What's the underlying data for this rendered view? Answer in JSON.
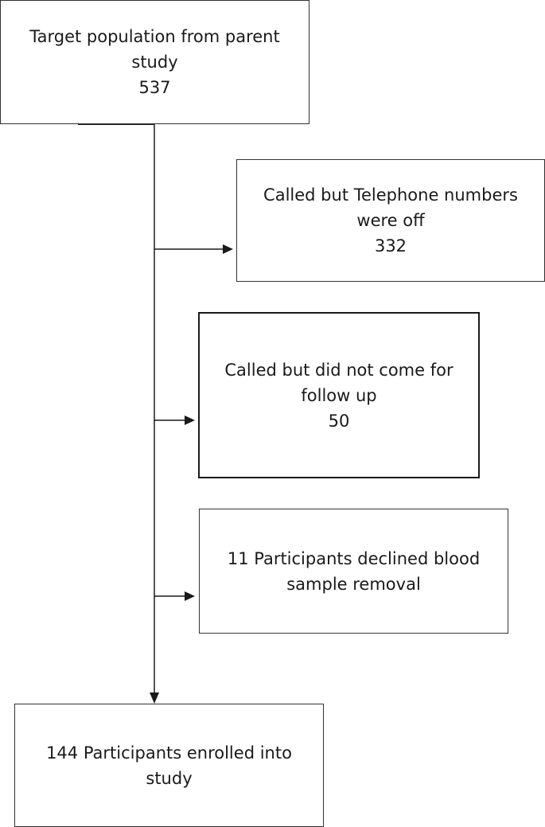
{
  "flowchart": {
    "target_population": {
      "label": "Target population from parent study",
      "count": "537"
    },
    "phone_off": {
      "label": "Called but Telephone numbers were off",
      "count": "332"
    },
    "no_follow_up": {
      "label": "Called but did not come for follow up",
      "count": "50"
    },
    "declined_blood": {
      "label": "11 Participants declined blood sample removal"
    },
    "enrolled": {
      "label": "144 Participants enrolled into study"
    }
  },
  "colors": {
    "line": "#1a1a1a",
    "box_border": "#333333",
    "background": "#ffffff"
  }
}
